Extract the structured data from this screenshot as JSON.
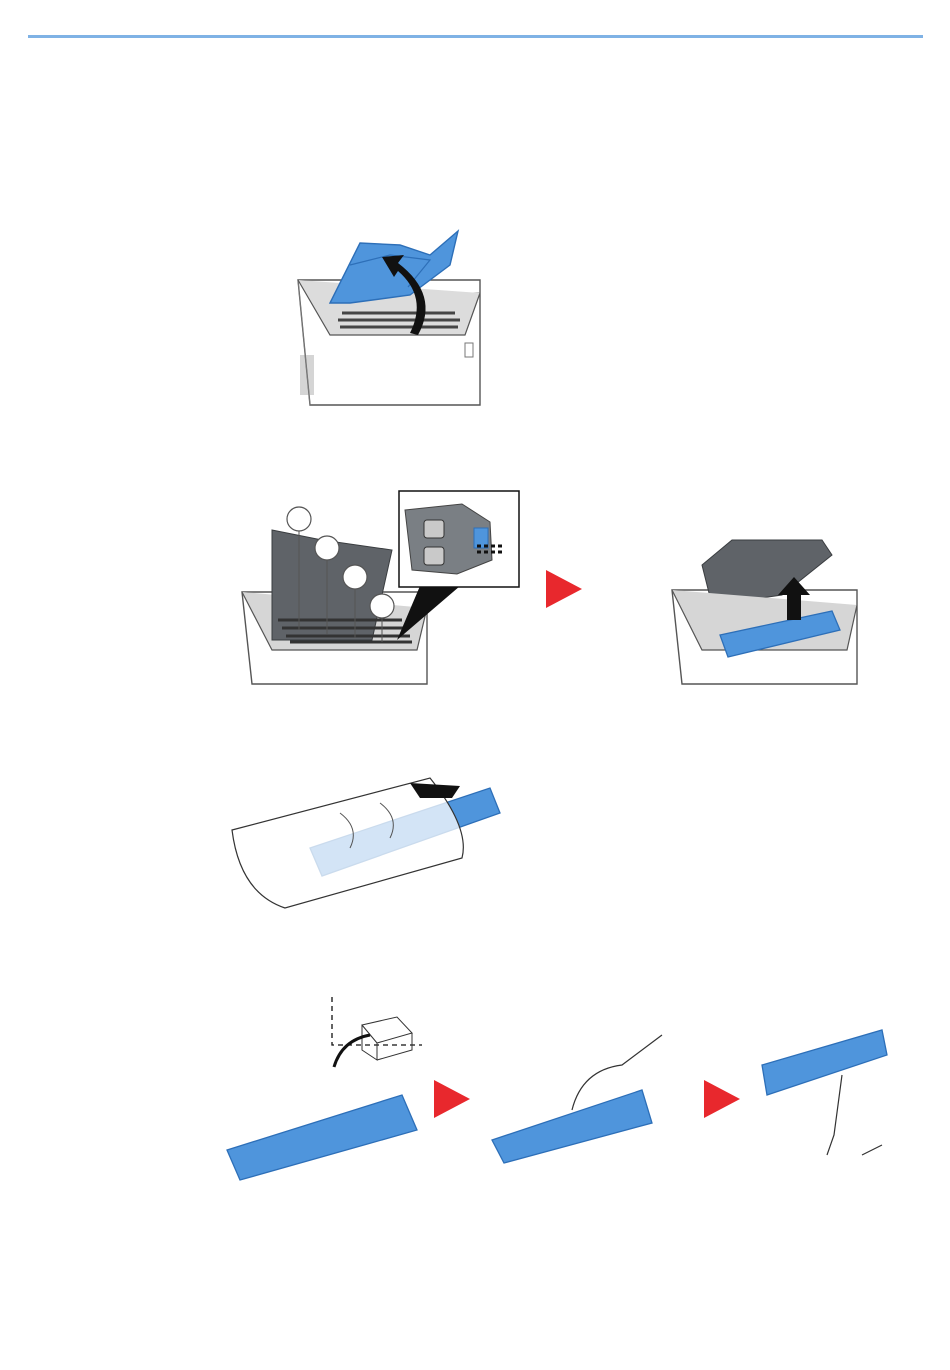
{
  "page": {
    "rule_color": "#7fb2e5",
    "accent_blue": "#4f95dc",
    "accent_blue_dark": "#2d6fb8",
    "arrow_red": "#e8282d",
    "printer_grey": "#5f6368"
  },
  "figures": [
    {
      "id": "open-top-cover",
      "icons": [
        "printer-icon",
        "cover-open-arrow-icon"
      ]
    },
    {
      "id": "toner-slots",
      "icons": [
        "printer-icon",
        "callout-circle-icon",
        "lock-icon",
        "unlock-icon"
      ]
    },
    {
      "id": "remove-toner",
      "icons": [
        "printer-icon",
        "lift-up-arrow-icon"
      ]
    },
    {
      "id": "bag-toner",
      "icons": [
        "plastic-bag-icon",
        "toner-cartridge-icon",
        "insert-arrow-icon"
      ]
    },
    {
      "id": "unpack-new-toner",
      "icons": [
        "box-icon",
        "toner-cartridge-icon",
        "hand-icon",
        "step-arrow-icon"
      ]
    }
  ]
}
